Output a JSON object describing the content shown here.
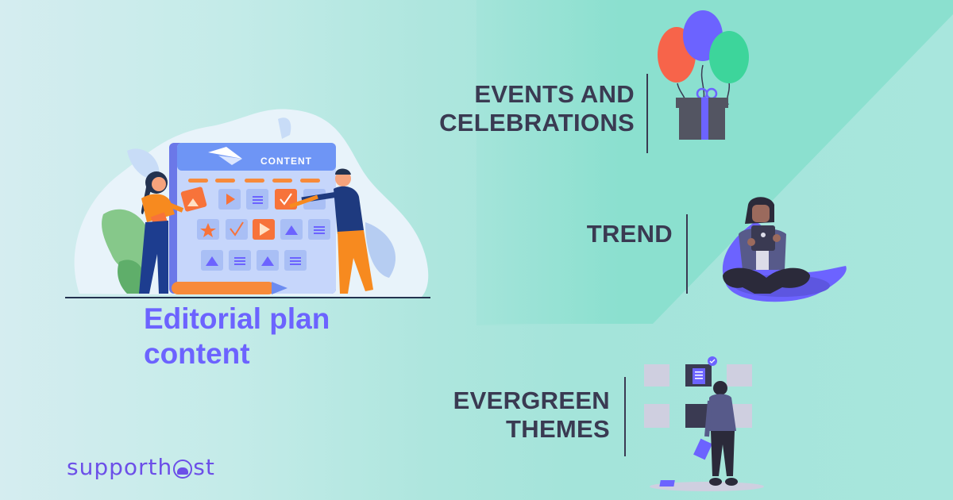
{
  "colors": {
    "accent": "#6c63ff",
    "heading_text": "#3a3a52",
    "bg_left": "#d5edf0",
    "bg_right": "#a4e4da",
    "bg_triangle": "#86dfcd",
    "orange": "#f7733a",
    "calendar_blue": "#6e95f5"
  },
  "illustration": {
    "calendar_label": "CONTENT"
  },
  "main": {
    "title_line1": "Editorial plan",
    "title_line2": "content"
  },
  "sections": [
    {
      "line1": "EVENTS AND",
      "line2": "CELEBRATIONS",
      "icon": "gift-balloons-icon"
    },
    {
      "line1": "TREND",
      "line2": "",
      "icon": "person-tablet-icon"
    },
    {
      "line1": "EVERGREEN",
      "line2": "THEMES",
      "icon": "person-board-icon"
    }
  ],
  "logo": {
    "part1": "supporth",
    "part2": "st"
  }
}
